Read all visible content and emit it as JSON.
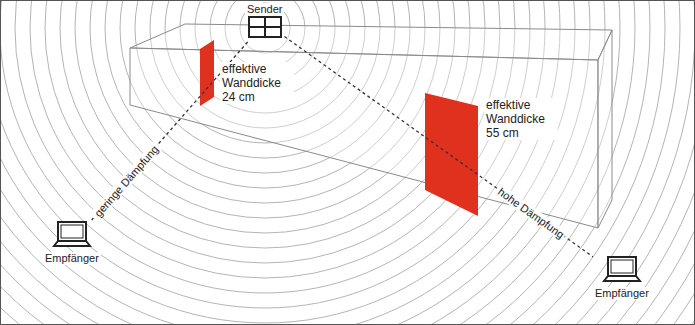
{
  "diagram": {
    "nodes": [
      {
        "text": [
          "Sender"
        ]
      },
      {
        "text": [
          "Empfänger"
        ]
      },
      {
        "text": [
          "Empfänger"
        ]
      }
    ],
    "edges": [
      {
        "from": 0,
        "to": 1,
        "arrow": "none",
        "label": "geringe Dämpfung"
      },
      {
        "from": 0,
        "to": 2,
        "arrow": "none",
        "label": "hohe Dämpfung"
      }
    ],
    "labels": [
      "effektive Wanddicke 24 cm",
      "effektive Wanddicke 55 cm"
    ]
  }
}
